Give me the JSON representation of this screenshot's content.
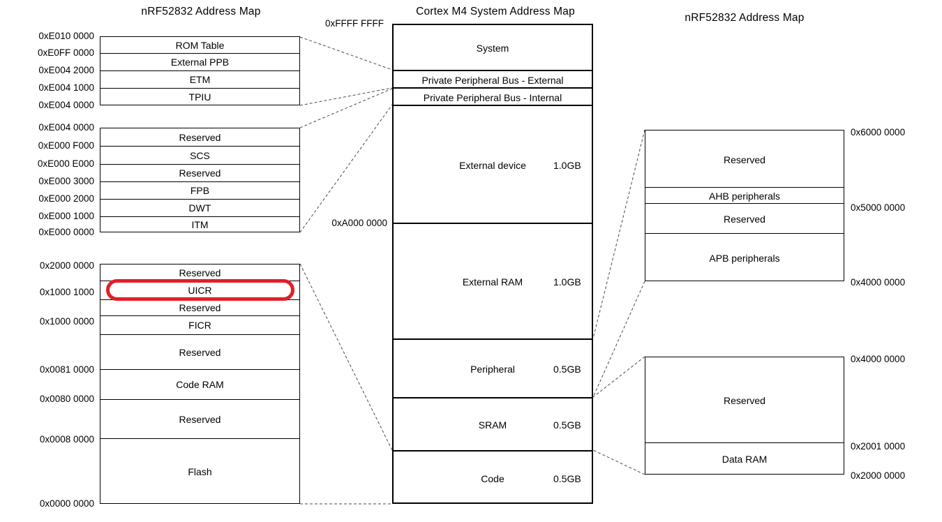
{
  "left_map": {
    "title": "nRF52832 Address Map",
    "tables": [
      {
        "rows": [
          "ROM Table",
          "External PPB",
          "ETM",
          "TPIU"
        ],
        "addresses": [
          "0xE010 0000",
          "0xE0FF 0000",
          "0xE004 2000",
          "0xE004 1000",
          "0xE004 0000"
        ]
      },
      {
        "rows": [
          "Reserved",
          "SCS",
          "Reserved",
          "FPB",
          "DWT",
          "ITM"
        ],
        "addresses": [
          "0xE004 0000",
          "0xE000 F000",
          "0xE000 E000",
          "0xE000 3000",
          "0xE000 2000",
          "0xE000 1000",
          "0xE000 0000"
        ]
      },
      {
        "rows": [
          "Reserved",
          "UICR",
          "Reserved",
          "FICR",
          "Reserved",
          "Code RAM",
          "Reserved",
          "Flash"
        ],
        "addresses": [
          "0x2000 0000",
          "0x1000 1000",
          "0x1000 0000",
          "0x0081 0000",
          "0x0080 0000",
          "0x0008 0000",
          "0x0000 0000"
        ],
        "highlighted_row": "UICR"
      }
    ]
  },
  "center_map": {
    "title": "Cortex M4 System Address Map",
    "top_address": "0xFFFF FFFF",
    "mid_address": "0xA000 0000",
    "rows": [
      {
        "label": "System",
        "size": ""
      },
      {
        "label": "Private Peripheral Bus - External",
        "size": ""
      },
      {
        "label": "Private Peripheral Bus - Internal",
        "size": ""
      },
      {
        "label": "External device",
        "size": "1.0GB"
      },
      {
        "label": "External RAM",
        "size": "1.0GB"
      },
      {
        "label": "Peripheral",
        "size": "0.5GB"
      },
      {
        "label": "SRAM",
        "size": "0.5GB"
      },
      {
        "label": "Code",
        "size": "0.5GB"
      }
    ]
  },
  "right_map": {
    "title": "nRF52832 Address Map",
    "tables": [
      {
        "rows": [
          "Reserved",
          "AHB peripherals",
          "Reserved",
          "APB peripherals"
        ],
        "addresses": [
          "0x6000 0000",
          "0x5000 0000",
          "0x4000 0000"
        ]
      },
      {
        "rows": [
          "Reserved",
          "Data RAM"
        ],
        "addresses": [
          "0x4000 0000",
          "0x2001 0000",
          "0x2000 0000"
        ]
      }
    ]
  },
  "highlight_color": "#e41e26",
  "line_color": "#4a4a4a",
  "border_color": "#000000"
}
